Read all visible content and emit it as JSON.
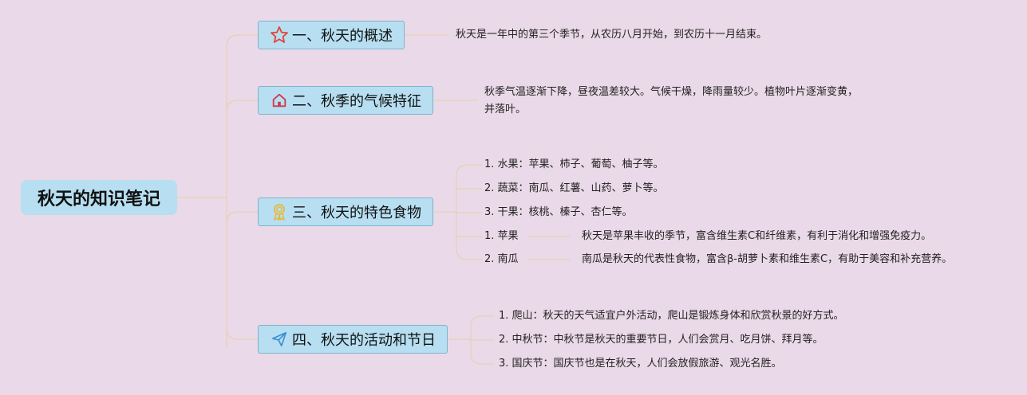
{
  "title": "秋天的知识笔记",
  "topics": [
    {
      "label": "一、秋天的概述",
      "icon": "star-icon",
      "note": "秋天是一年中的第三个季节，从农历八月开始，到农历十一月结束。"
    },
    {
      "label": "二、秋季的气候特征",
      "icon": "house-icon",
      "note": "秋季气温逐渐下降，昼夜温差较大。气候干燥，降雨量较少。植物叶片逐渐变黄，并落叶。"
    },
    {
      "label": "三、秋天的特色食物",
      "icon": "award-icon",
      "items": [
        "1. 水果：苹果、柿子、葡萄、柚子等。",
        "2. 蔬菜：南瓜、红薯、山药、萝卜等。",
        "3. 干果：核桃、榛子、杏仁等。",
        "1. 苹果",
        "2. 南瓜"
      ],
      "sub_notes": [
        "秋天是苹果丰收的季节，富含维生素C和纤维素，有利于消化和增强免疫力。",
        "南瓜是秋天的代表性食物，富含β-胡萝卜素和维生素C，有助于美容和补充营养。"
      ]
    },
    {
      "label": "四、秋天的活动和节日",
      "icon": "paper-plane-icon",
      "items": [
        "1. 爬山：秋天的天气适宜户外活动，爬山是锻炼身体和欣赏秋景的好方式。",
        "2. 中秋节：中秋节是秋天的重要节日，人们会赏月、吃月饼、拜月等。",
        "3. 国庆节：国庆节也是在秋天，人们会放假旅游、观光名胜。"
      ]
    }
  ],
  "colors": {
    "background": "#ead9e8",
    "node_fill": "#b7dff1",
    "node_border": "#7fb3cb",
    "connector": "#e6cfa9"
  }
}
